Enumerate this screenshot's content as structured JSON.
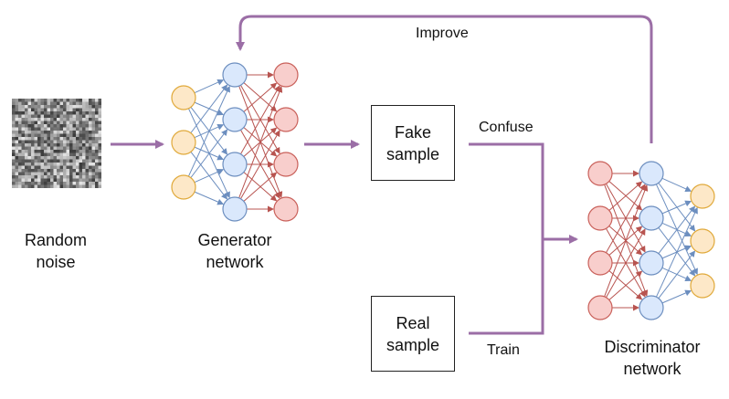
{
  "labels": {
    "random_noise": [
      "Random",
      "noise"
    ],
    "generator": [
      "Generator",
      "network"
    ],
    "discriminator": [
      "Discriminator",
      "network"
    ],
    "fake_sample": [
      "Fake",
      "sample"
    ],
    "real_sample": [
      "Real",
      "sample"
    ],
    "confuse": "Confuse",
    "train": "Train",
    "improve": "Improve"
  },
  "colors": {
    "arrow": "#9b6ea6",
    "yellow_fill": "#fde8c8",
    "yellow_stroke": "#e0a93a",
    "blue_fill": "#dae8fc",
    "blue_stroke": "#6c8ebf",
    "red_fill": "#f8cecc",
    "red_stroke": "#c9605a",
    "blue_edge": "#6c8ebf",
    "red_edge": "#b85450"
  }
}
